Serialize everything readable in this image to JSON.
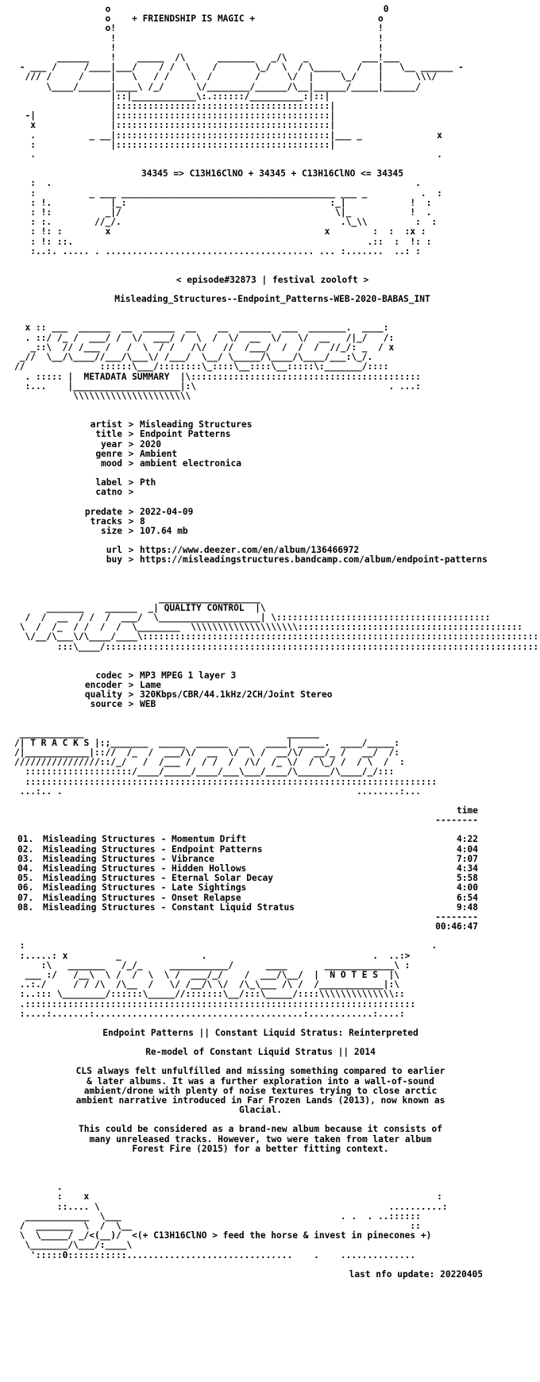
{
  "header": {
    "art_top": "                 o                                                   0\n                 o    + FRIENDSHIP IS MAGIC +                       o\n                 o!                                                 !\n                  !                                                 !\n                  !                                                 !\n        ______    !    _____  /\\      _______   _/\\   _          ___!___\n - ___ /     /____|___/    / /  \\    /       \\_/  \\  / \\_____   /   |   \\__ ______ -\n  /// /     /     |   \\   / /    \\  /        /     \\/  |     \\_/    |      \\\\\\/\n      \\____/______|____\\ /_/      \\/________/______/\\__|______/_____|______/\n                  |::|____________\\:.::::::/__________:|::|\n                  |::::::::::::::::::::::::::::::::::::::::|\n  -|              |::::::::::::::::::::::::::::::::::::::::|\n   x              |::::::::::::::::::::::::::::::::::::::::|\n   .          _ __|::::::::::::::::::::::::::::::::::::::::|___ _              x\n   :              |::::::::::::::::::::::::::::::::::::::::|\n   .                                                                           .",
    "formula": "34345 => C13H16ClNO + 34345 + C13H16ClNO <= 34345",
    "art_mid": "   :  .                                                                    .\n   :          _ ___ ________________________________________ ___ _          .  :\n   : !.           |_:                                      :_|            !  :\n   : !:          _|/                                        \\|_           !  .\n   : :.        //_/.                                         .\\_\\\\         :  :\n   : !: :        x                                        x        :  :  :x :\n   : !: ::.                                                       .::  :  !: :\n   :..:. ..... . ....................................... ... :.......  ..: :",
    "episode": "< episode#32873 | festival zooloft >",
    "release": "Misleading_Structures--Endpoint_Patterns-WEB-2020-BABAS_INT"
  },
  "metadata": {
    "banner_art": "  x :: ___  ______  __  ______  __    __  ______  ___  _______.  ____:\n  . ::/ /_ /  ___/ /  \\/  ___/ /  \\  /  \\/  __  \\/   \\/  __   /|_/   /:\n   _::\\  // /___ /   /  \\  / /   /\\/   //  /___/  /  /  /  //_/: _  / x\n _//  \\__/\\____//___/\\___\\/ /___/  \\__/ \\_____/\\____/\\____/___:\\_/.\n//              ::::::\\___/::::::::\\_::::\\__::::\\__:::::\\:_______/::::\n  . ::::: |  METADATA SUMMARY  |\\:::::::::::::::::::::::::::::::::::::::::::\n  :...    |____________________|:\\                                    . ...:\n           \\\\\\\\\\\\\\\\\\\\\\\\\\\\\\\\\\\\\\\\\\\\",
    "title": "METADATA SUMMARY",
    "fields": [
      {
        "key": "artist",
        "value": "Misleading Structures"
      },
      {
        "key": "title",
        "value": "Endpoint Patterns"
      },
      {
        "key": "year",
        "value": "2020"
      },
      {
        "key": "genre",
        "value": "Ambient"
      },
      {
        "key": "mood",
        "value": "ambient electronica"
      },
      {
        "key": "",
        "value": ""
      },
      {
        "key": "label",
        "value": "Pth"
      },
      {
        "key": "catno",
        "value": ""
      },
      {
        "key": "",
        "value": ""
      },
      {
        "key": "predate",
        "value": "2022-04-09"
      },
      {
        "key": "tracks",
        "value": "8"
      },
      {
        "key": "size",
        "value": "107.64 mb"
      },
      {
        "key": "",
        "value": ""
      },
      {
        "key": "url",
        "value": "https://www.deezer.com/en/album/136466972"
      },
      {
        "key": "buy",
        "value": "https://misleadingstructures.bandcamp.com/album/endpoint-patterns"
      }
    ]
  },
  "quality": {
    "banner_art": "                           ___________________\n      _______    ______  _| QUALITY CONTROL  |\\\n  /  /  __  / /  /  ___/  \\___________________| \\::::::::::::::::::::::::::::::::::::::::\n \\  /  /_  / /  /  /  \\________  \\\\\\\\\\\\\\\\\\\\\\\\\\\\\\\\\\\\\\\\::::::::::::::::::::::::::::::::::::::::::\n  \\/__/\\___\\/\\____/____\\::::::::::::::::::::::::::::::::::::::::::::::::::::::::::::::::::::::::::::\n        :::\\____/:::::::::::::::::::::::::::::::::::::::::::::::::::::::::::::::::::::::::::::::::::",
    "title": "QUALITY CONTROL",
    "fields": [
      {
        "key": "codec",
        "value": "MP3 MPEG 1 layer 3"
      },
      {
        "key": "encoder",
        "value": "Lame"
      },
      {
        "key": "quality",
        "value": "320Kbps/CBR/44.1kHz/2CH/Joint Stereo"
      },
      {
        "key": "source",
        "value": "WEB"
      }
    ]
  },
  "tracks": {
    "banner_art": " ____________                                      ______\n/| T R A C K S |:;_______  _____  ______  __   ____| _____.  ____/_____:\n/|____________|:://  /_  /  ___/\\/  __  \\/  \\ /  __/\\/  __/_ /   __/  /:\n////////////////::/_/   /  /___ /  / /  /  /\\/  /_ \\/  / \\_/ /  / \\  /  :\n  ::::::::::::::::::::/____/_____/____/___\\___/____/\\______/\\____/_/:::\n  :::::::::::::::::::::::::::::::::::::::::::::::::::::::::::::::::::::::::::::\n ...:.. .                                                       ........:...",
    "title": "T R A C K S",
    "time_header": "time",
    "list": [
      {
        "num": "01.",
        "artist": "Misleading Structures",
        "title": "Momentum Drift",
        "time": "4:22"
      },
      {
        "num": "02.",
        "artist": "Misleading Structures",
        "title": "Endpoint Patterns",
        "time": "4:04"
      },
      {
        "num": "03.",
        "artist": "Misleading Structures",
        "title": "Vibrance",
        "time": "7:07"
      },
      {
        "num": "04.",
        "artist": "Misleading Structures",
        "title": "Hidden Hollows",
        "time": "4:34"
      },
      {
        "num": "05.",
        "artist": "Misleading Structures",
        "title": "Eternal Solar Decay",
        "time": "5:58"
      },
      {
        "num": "06.",
        "artist": "Misleading Structures",
        "title": "Late Sightings",
        "time": "4:00"
      },
      {
        "num": "07.",
        "artist": "Misleading Structures",
        "title": "Onset Relapse",
        "time": "6:54"
      },
      {
        "num": "08.",
        "artist": "Misleading Structures",
        "title": "Constant Liquid Stratus",
        "time": "9:48"
      }
    ],
    "total": "00:46:47"
  },
  "notes": {
    "banner_art": " :                                                                            .\n :.....: x         _               .                               .  ..:>\n     :\\   _______   /_/_     ___________/      ____       _____________\\ :\n  ___ :/   /__\\  \\ /  /  \\  \\ /  ___/_/    /  ___/\\__/  |  N O T E S  |\\\n ..:./     / / /\\  /\\__  /   \\/ /__/\\ \\/  /\\_\\___ /\\ /  /____________|:\\\n :..::: \\________/::::::\\_____//:::::::\\__/:::\\_____/::::\\\\\\\\\\\\\\\\\\\\\\\\\\\\::\n .:::::::::::::::::::::::::::::::::::::::::::::::::::::::::::::::::::::::::\n :....:.......:.......................................:............:....:",
    "title": "N O T E S",
    "subtitle1": "Endpoint Patterns || Constant Liquid Stratus: Reinterpreted",
    "subtitle2": "Re-model of Constant Liquid Stratus || 2014",
    "para1": "CLS always felt unfulfilled and missing something compared to earlier\n& later albums. It was a further exploration into a wall-of-sound\nambient/drone with plenty of noise textures trying to close arctic\nambient narrative introduced in Far Frozen Lands (2013), now known as\nGlacial.",
    "para2": "This could be considered as a brand-new album because it consists of\nmany unreleased tracks. However, two were taken from later album\nForest Fire (2015) for a better fitting context."
  },
  "footer": {
    "art": "        .\n        :    x                                                                 :\n        ::.... \\                                                      ..........:\n  ____________  \\___                                         . .  . ..::::::\n /  _______  \\  /  \\__                                                    ::\n \\  \\_____/ _/<(__)/  <(+ C13H16ClNO > feed the horse & invest in pinecones +)\n  \\_______/\\___/:____\\\n   ':::::0:::::::::::...............................    .    ..............",
    "tagline": "<(+ C13H16ClNO > feed the horse & invest in pinecones +)",
    "last_update": "last nfo update: 20220405"
  }
}
